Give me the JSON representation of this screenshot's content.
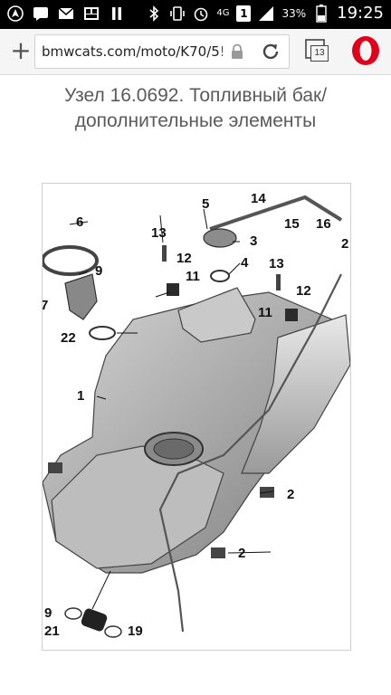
{
  "status_bar": {
    "network_type": "4G",
    "sim_slot": "1",
    "battery_percent": "33%",
    "time": "19:25"
  },
  "browser": {
    "url": "bmwcats.com/moto/K70/5!",
    "tabs_count": "13"
  },
  "page": {
    "title": "Узел 16.0692. Топливный бак/ дополнительные элементы"
  },
  "diagram": {
    "callouts": {
      "c1": "1",
      "c2a": "2",
      "c2b": "2",
      "c2c": "2",
      "c3": "3",
      "c4": "4",
      "c5": "5",
      "c6": "6",
      "c7": "7",
      "c9a": "9",
      "c9b": "9",
      "c11a": "11",
      "c11b": "11",
      "c12a": "12",
      "c12b": "12",
      "c13a": "13",
      "c13b": "13",
      "c14": "14",
      "c15": "15",
      "c16": "16",
      "c19": "19",
      "c21": "21",
      "c22": "22"
    }
  },
  "colors": {
    "status_bar_bg": "#000000",
    "browser_bar_bg": "#f5f5f5",
    "opera_red": "#e0001b",
    "title_text": "#5a5a5a"
  }
}
